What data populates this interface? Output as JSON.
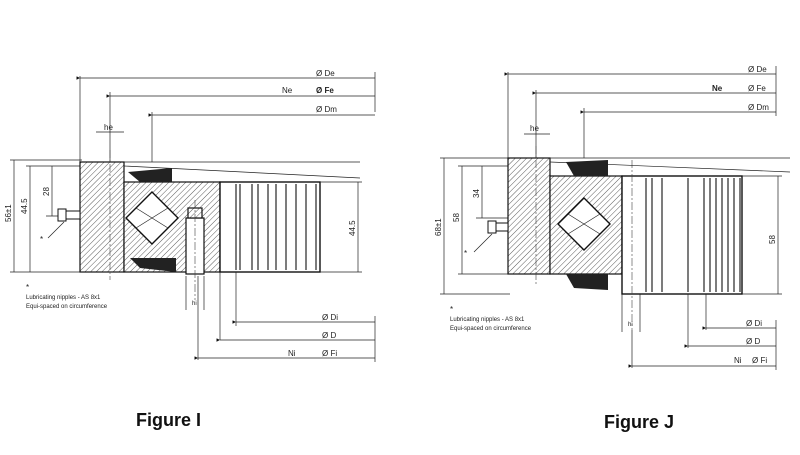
{
  "figure_i": {
    "caption": "Figure I",
    "labels": {
      "de": "Ø De",
      "ne": "Ne",
      "fe": "Ø Fe",
      "dm": "Ø Dm",
      "he": "he",
      "di": "Ø Di",
      "d": "Ø D",
      "ni": "Ni",
      "fi": "Ø Fi",
      "h_total": "56±1",
      "h_a": "44.5",
      "h_b": "28",
      "h_right": "44.5",
      "star": "*",
      "hi": "hi"
    },
    "note": {
      "star": "*",
      "line1": "Lubricating nipples - AS 8x1",
      "line2": "Equi-spaced on circumference"
    }
  },
  "figure_j": {
    "caption": "Figure J",
    "labels": {
      "de": "Ø De",
      "ne": "Ne",
      "fe": "Ø Fe",
      "dm": "Ø Dm",
      "he": "he",
      "di": "Ø Di",
      "d": "Ø D",
      "ni": "Ni",
      "fi": "Ø Fi",
      "h_total": "68±1",
      "h_a": "58",
      "h_b": "34",
      "h_right": "58",
      "star": "*",
      "hi": "hi"
    },
    "note": {
      "star": "*",
      "line1": "Lubricating nipples - AS 8x1",
      "line2": "Equi-spaced on circumference"
    }
  }
}
